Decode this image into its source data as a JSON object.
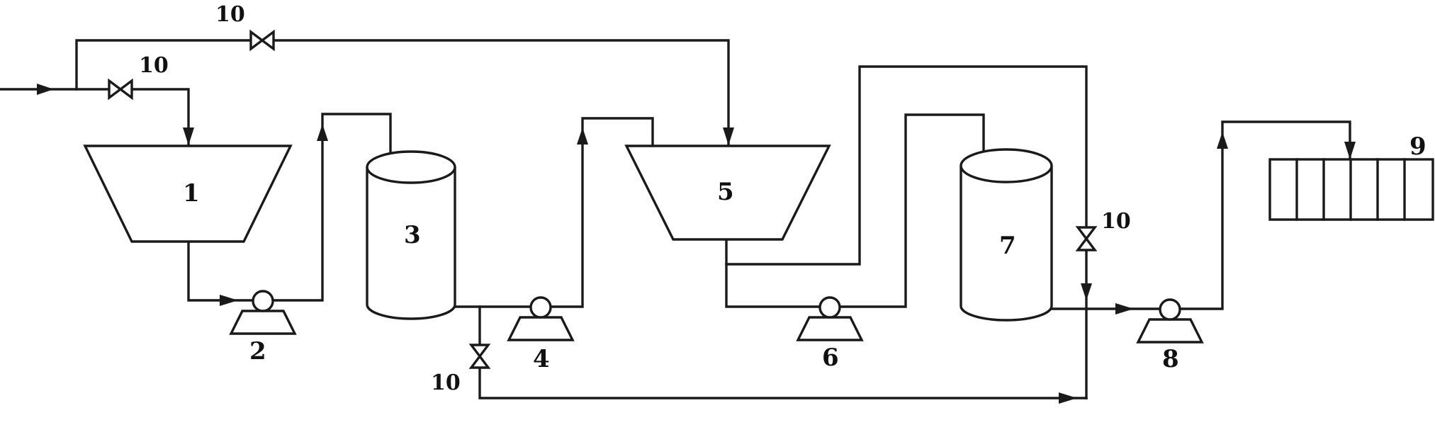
{
  "labels": {
    "tank_1": "1",
    "pump_2": "2",
    "vessel_3": "3",
    "pump_4": "4",
    "tank_5": "5",
    "pump_6": "6",
    "vessel_7": "7",
    "pump_8": "8",
    "unit_9": "9",
    "valve_top": "10",
    "valve_feed": "10",
    "valve_bottom": "10",
    "valve_right": "10"
  },
  "colors": {
    "line": "#1a1a1a",
    "background": "#ffffff"
  }
}
